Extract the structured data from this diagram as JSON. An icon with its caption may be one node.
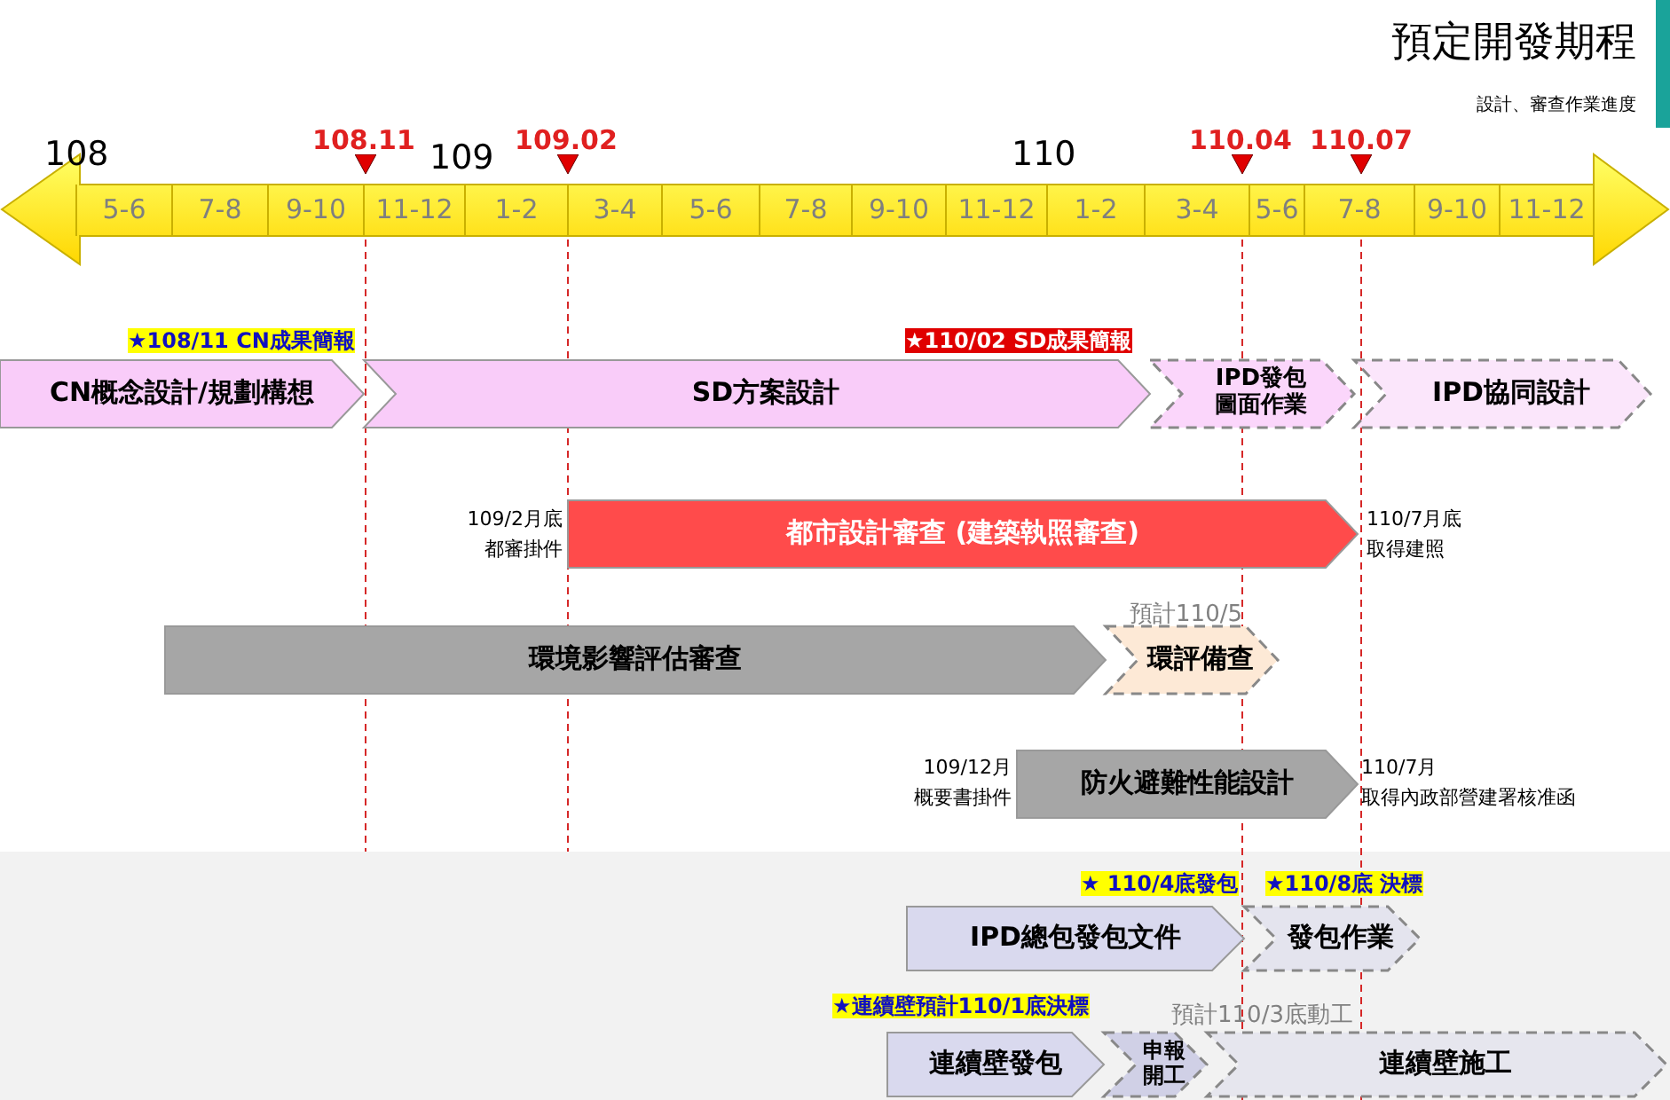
{
  "diagram": {
    "title": "預定開發期程",
    "nodes": [
      {
        "text": [
          "CN概念設計/規劃構想"
        ]
      },
      {
        "text": [
          "SD方案設計"
        ]
      },
      {
        "text": [
          "IPD發包圖面作業"
        ]
      },
      {
        "text": [
          "IPD協同設計"
        ]
      },
      {
        "text": [
          "都市設計審查 (建築執照審查)"
        ],
        "beside": [
          "109/2月底",
          "都審掛件",
          "110/7月底",
          "取得建照"
        ]
      },
      {
        "text": [
          "環境影響評估審查"
        ]
      },
      {
        "text": [
          "環評備查"
        ],
        "beside": [
          "預計110/5"
        ]
      },
      {
        "text": [
          "防火避難性能設計"
        ],
        "beside": [
          "109/12月",
          "概要書掛件",
          "110/7月",
          "取得內政部營建署核准函"
        ]
      },
      {
        "text": [
          "IPD總包發包文件"
        ]
      },
      {
        "text": [
          "發包作業"
        ]
      },
      {
        "text": [
          "連續壁發包"
        ]
      },
      {
        "text": [
          "申報開工"
        ]
      },
      {
        "text": [
          "連續壁施工"
        ],
        "beside": [
          "預計110/3底動工"
        ]
      }
    ],
    "edges": [],
    "labels": [
      "設計、審查作業進度",
      "108",
      "108.11",
      "109",
      "109.02",
      "110",
      "110.04",
      "110.07",
      "5-6",
      "7-8",
      "9-10",
      "11-12",
      "1-2",
      "3-4",
      "5-6",
      "7-8",
      "9-10",
      "11-12",
      "1-2",
      "3-4",
      "5-6",
      "7-8",
      "9-10",
      "11-12",
      "★108/11 CN成果簡報",
      "★110/02 SD成果簡報",
      "★ 110/4底發包",
      "★110/8底 決標",
      "★連續壁預計110/1底決標"
    ]
  }
}
